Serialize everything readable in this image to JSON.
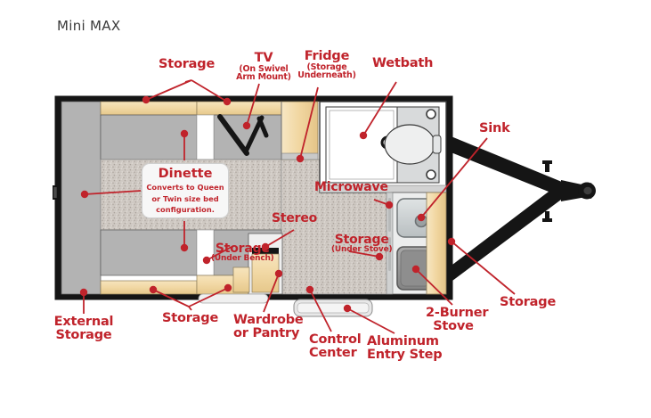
{
  "page": {
    "title": "Mini MAX",
    "type": "rv-floorplan-diagram",
    "accent_color": "#c0232b",
    "title_color": "#3a3a3a",
    "background": "#ffffff"
  },
  "palette": {
    "wall_black": "#151515",
    "cabinet_gray": "#b3b3b3",
    "light_gray": "#d2d2d2",
    "wood_tan": "#f0d9a8",
    "wood_tan_dark": "#e3c68c",
    "counter_speckle": "#cec8c2",
    "white": "#ffffff",
    "appliance_gray": "#c8cccd",
    "stove_gray": "#9a9a9a",
    "outline": "#3a3a3a"
  },
  "callouts": [
    {
      "id": "storage-top",
      "label": "Storage",
      "sub": ""
    },
    {
      "id": "tv",
      "label": "TV",
      "sub": "(On Swivel\nArm Mount)"
    },
    {
      "id": "fridge",
      "label": "Fridge",
      "sub": "(Storage\nUnderneath)"
    },
    {
      "id": "wetbath",
      "label": "Wetbath",
      "sub": ""
    },
    {
      "id": "sink",
      "label": "Sink",
      "sub": ""
    },
    {
      "id": "microwave",
      "label": "Microwave",
      "sub": ""
    },
    {
      "id": "stereo",
      "label": "Stereo",
      "sub": ""
    },
    {
      "id": "storage-bench",
      "label": "Storage",
      "sub": "(Under Bench)"
    },
    {
      "id": "storage-stove",
      "label": "Storage",
      "sub": "(Under Stove)"
    },
    {
      "id": "storage-right",
      "label": "Storage",
      "sub": ""
    },
    {
      "id": "two-burner-stove",
      "label": "2-Burner",
      "sub": "Stove"
    },
    {
      "id": "aluminum-step",
      "label": "Aluminum",
      "sub": "Entry Step"
    },
    {
      "id": "control-center",
      "label": "Control",
      "sub": "Center"
    },
    {
      "id": "wardrobe-pantry",
      "label": "Wardrobe",
      "sub": "or Pantry"
    },
    {
      "id": "storage-bottom",
      "label": "Storage",
      "sub": ""
    },
    {
      "id": "external-storage",
      "label": "External",
      "sub": "Storage"
    }
  ],
  "labels": {
    "storage_top": "Storage",
    "tv_main": "TV",
    "tv_sub_1": "(On Swivel",
    "tv_sub_2": "Arm Mount)",
    "fridge_main": "Fridge",
    "fridge_sub_1": "(Storage",
    "fridge_sub_2": "Underneath)",
    "wetbath": "Wetbath",
    "sink": "Sink",
    "microwave": "Microwave",
    "stereo": "Stereo",
    "storage_bench_main": "Storage",
    "storage_bench_sub": "(Under Bench)",
    "storage_stove_main": "Storage",
    "storage_stove_sub": "(Under Stove)",
    "storage_right": "Storage",
    "stove_main": "2-Burner",
    "stove_sub": "Stove",
    "step_main": "Aluminum",
    "step_sub": "Entry Step",
    "control_main": "Control",
    "control_sub": "Center",
    "wardrobe_main": "Wardrobe",
    "wardrobe_sub": "or Pantry",
    "storage_bottom": "Storage",
    "external_main": "External",
    "external_sub": "Storage",
    "dinette_main": "Dinette",
    "dinette_sub_1": "Converts to Queen",
    "dinette_sub_2": "or Twin size bed",
    "dinette_sub_3": "configuration."
  }
}
